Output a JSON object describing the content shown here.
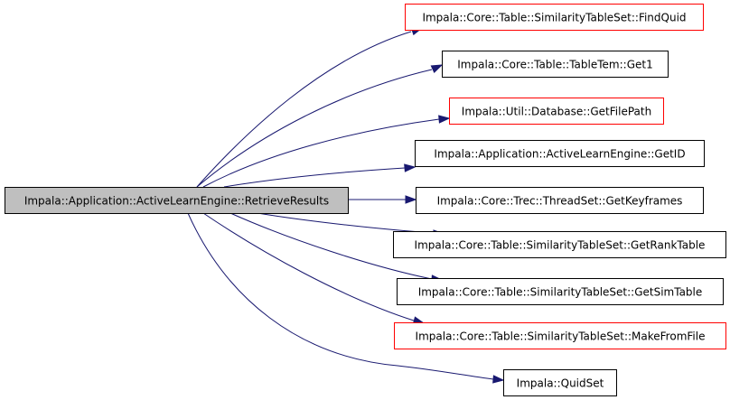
{
  "colors": {
    "edge": "#191970",
    "root_fill": "#bfbfbf",
    "root_border": "#000000",
    "normal_border": "#000000",
    "truncated_border": "#ff0000",
    "node_fill": "#ffffff"
  },
  "root": {
    "id": "retrieve-results",
    "label": "Impala::Application::ActiveLearnEngine::RetrieveResults"
  },
  "nodes": [
    {
      "id": "find-quid",
      "label": "Impala::Core::Table::SimilarityTableSet::FindQuid",
      "truncated": true
    },
    {
      "id": "get1",
      "label": "Impala::Core::Table::TableTem::Get1",
      "truncated": false
    },
    {
      "id": "get-file-path",
      "label": "Impala::Util::Database::GetFilePath",
      "truncated": true
    },
    {
      "id": "get-id",
      "label": "Impala::Application::ActiveLearnEngine::GetID",
      "truncated": false
    },
    {
      "id": "get-keyframes",
      "label": "Impala::Core::Trec::ThreadSet::GetKeyframes",
      "truncated": false
    },
    {
      "id": "get-rank-table",
      "label": "Impala::Core::Table::SimilarityTableSet::GetRankTable",
      "truncated": false
    },
    {
      "id": "get-sim-table",
      "label": "Impala::Core::Table::SimilarityTableSet::GetSimTable",
      "truncated": false
    },
    {
      "id": "make-from-file",
      "label": "Impala::Core::Table::SimilarityTableSet::MakeFromFile",
      "truncated": true
    },
    {
      "id": "quid-set",
      "label": "Impala::QuidSet",
      "truncated": false
    }
  ]
}
